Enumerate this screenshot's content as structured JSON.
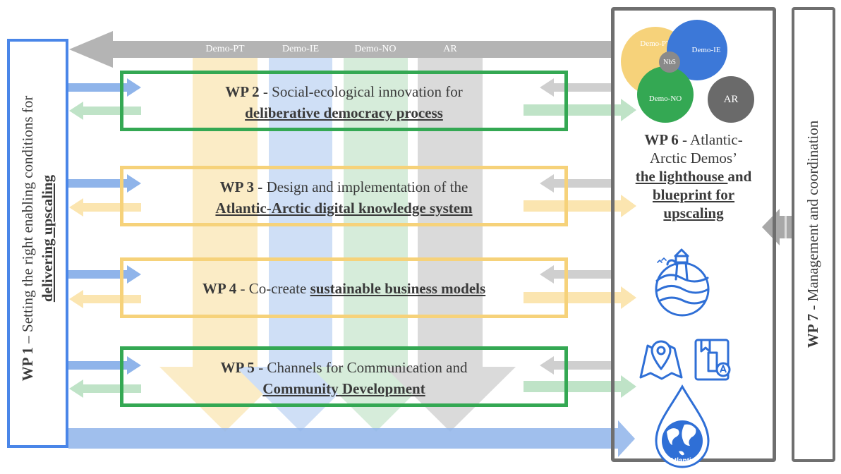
{
  "demos": [
    {
      "label": "Demo-PT",
      "color": "#f5cf6b"
    },
    {
      "label": "Demo-IE",
      "color": "#8fb4ea"
    },
    {
      "label": "Demo-NO",
      "color": "#9fd3a8"
    },
    {
      "label": "AR",
      "color": "#a8a8a8"
    }
  ],
  "wp1": {
    "bold": "WP 1",
    "text": " – Setting the right enabling conditions for",
    "underlined": "delivering upscaling"
  },
  "wp2": {
    "bold": "WP 2",
    "line1": " - Social-ecological innovation for",
    "underlined": "deliberative democracy process"
  },
  "wp3": {
    "bold": "WP 3 -",
    "line1": " Design and implementation of the",
    "underlined": "Atlantic-Arctic digital knowledge system"
  },
  "wp4": {
    "bold": "WP 4",
    "line1": " - Co-create ",
    "underlined": "sustainable business models"
  },
  "wp5": {
    "bold": "WP 5",
    "line1": " - Channels for Communication and",
    "underlined": "Community Development"
  },
  "wp6": {
    "bold": "WP 6",
    "line1": " - Atlantic-",
    "line2": "Arctic Demos’",
    "underlined1": "the lighthouse ",
    "plain": "and",
    "underlined2": "blueprint for",
    "underlined3": "upscaling"
  },
  "wp7": {
    "bold": "WP 7",
    "text": " - Management and coordination"
  },
  "bubbles": {
    "pt": "Demo-PT",
    "ie": "Demo-IE",
    "nbs": "NbS",
    "no": "Demo-NO",
    "ar": "AR"
  },
  "atlantic_label": "Atlantic",
  "colors": {
    "blue": "#4a86e8",
    "green": "#34a853",
    "yellow": "#f6d27a",
    "gray": "#707070"
  }
}
